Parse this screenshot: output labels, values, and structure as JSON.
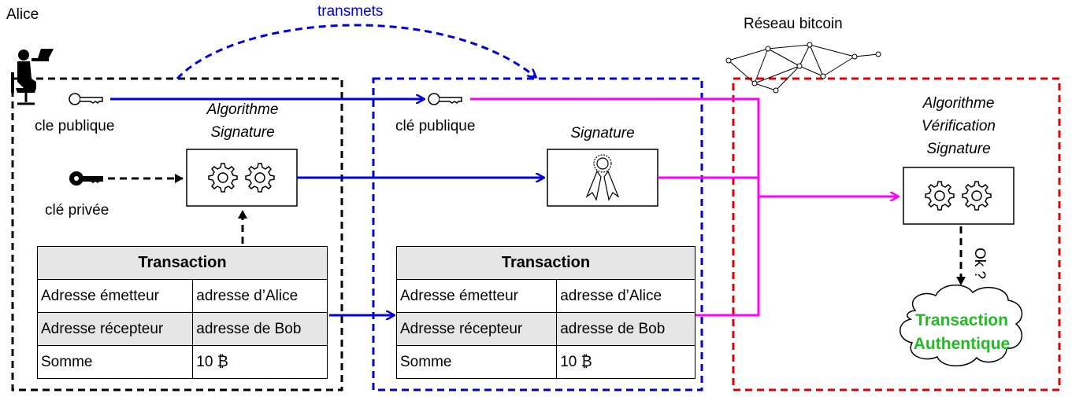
{
  "diagram": {
    "alice_label": "Alice",
    "network_label": "Réseau bitcoin",
    "transmets_label": "transmets",
    "public_key_label_alice": "cle publique",
    "private_key_label": "clé privée",
    "algo_signature_label": [
      "Algorithme",
      "Signature"
    ],
    "public_key_label_network": "clé publique",
    "signature_label": "Signature",
    "algo_verification_label": [
      "Algorithme",
      "Vérification",
      "Signature"
    ],
    "ok_label": "Ok ?",
    "result_label": [
      "Transaction",
      "Authentique"
    ],
    "colors": {
      "alice_frame": "#000000",
      "network_frame": "#0000cc",
      "verifier_frame": "#dd0000",
      "blue_arrow": "#0000dd",
      "magenta_arrow": "#ff00ff",
      "success_text": "#22bb22"
    }
  },
  "transaction_left": {
    "header": "Transaction",
    "rows": [
      {
        "field": "Adresse émetteur",
        "value": "adresse d’Alice"
      },
      {
        "field": "Adresse récepteur",
        "value": "adresse de Bob"
      },
      {
        "field": "Somme",
        "value": "10 ₿"
      }
    ]
  },
  "transaction_right": {
    "header": "Transaction",
    "rows": [
      {
        "field": "Adresse émetteur",
        "value": "adresse d’Alice"
      },
      {
        "field": "Adresse récepteur",
        "value": "adresse de Bob"
      },
      {
        "field": "Somme",
        "value": "10 ₿"
      }
    ]
  }
}
